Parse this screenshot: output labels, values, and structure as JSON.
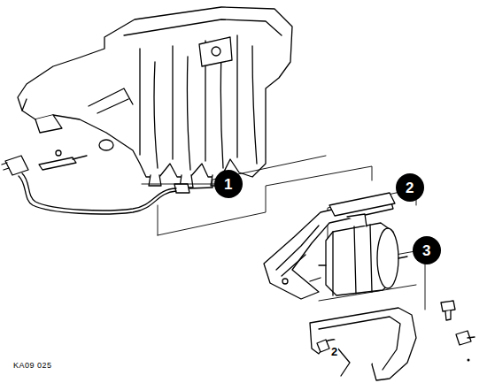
{
  "diagram": {
    "labels": [
      "1",
      "2",
      "3",
      "2",
      "KA09 025"
    ]
  }
}
